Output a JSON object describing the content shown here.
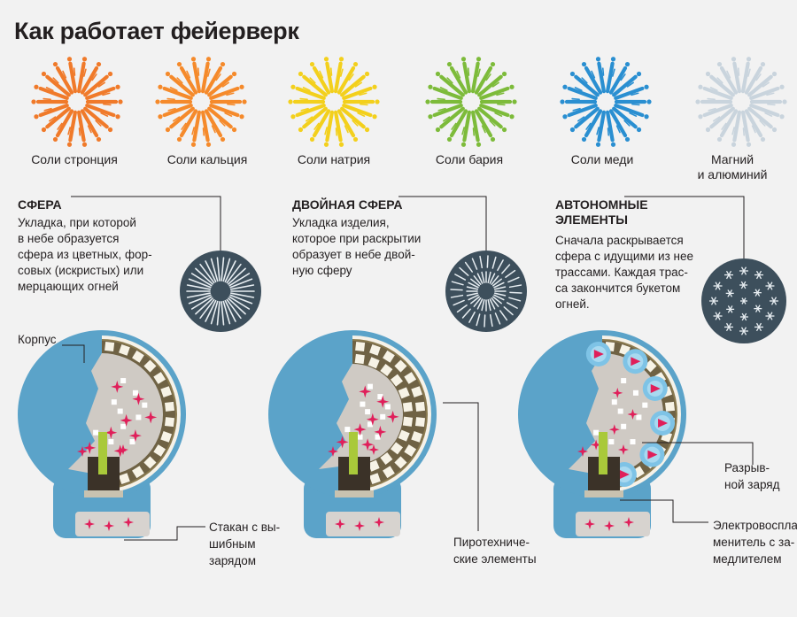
{
  "title": "Как работает фейерверк",
  "colors": {
    "background": "#f2f2f2",
    "shell_blue": "#5ba3c9",
    "dark_slate": "#3d4f5c",
    "filler_gray": "#cfcac4",
    "star_pink": "#e01f5a",
    "powder_brown": "#8a7a4f",
    "fuse_green": "#a9c93a"
  },
  "salts": [
    {
      "label": "Соли стронция",
      "color": "#f07a2a",
      "icon": "burst-icon"
    },
    {
      "label": "Соли кальция",
      "color": "#f58a2b",
      "icon": "burst-icon"
    },
    {
      "label": "Соли натрия",
      "color": "#f3d01c",
      "icon": "burst-icon"
    },
    {
      "label": "Соли бария",
      "color": "#7dbb3a",
      "icon": "burst-icon"
    },
    {
      "label": "Соли меди",
      "color": "#2a8fd1",
      "icon": "burst-icon"
    },
    {
      "label": "Магний\nи алюминий",
      "color": "#c9d4dd",
      "icon": "burst-icon"
    }
  ],
  "sections": [
    {
      "title": "СФЕРА",
      "text": "Укладка, при которой\nв небе образуется\nсфера из цветных, фор-\nсовых (искристых) или\nмерцающих огней"
    },
    {
      "title": "ДВОЙНАЯ СФЕРА",
      "text": "Укладка изделия,\nкоторое при раскрытии\nобразует в небе двой-\nную сферу"
    },
    {
      "title": "АВТОНОМНЫЕ\nЭЛЕМЕНТЫ",
      "text": "Сначала раскрывается\nсфера с идущими из нее\nтрассами. Каждая трас-\nса закончится букетом\nогней."
    }
  ],
  "callouts": {
    "body": "Корпус",
    "cup": "Стакан с вы-\nшибным\nзарядом",
    "pyro": "Пиротехниче-\nские элементы",
    "burst": "Разрыв-\nной заряд",
    "igniter": "Электровоспла-\nменитель с за-\nмедлителем"
  }
}
